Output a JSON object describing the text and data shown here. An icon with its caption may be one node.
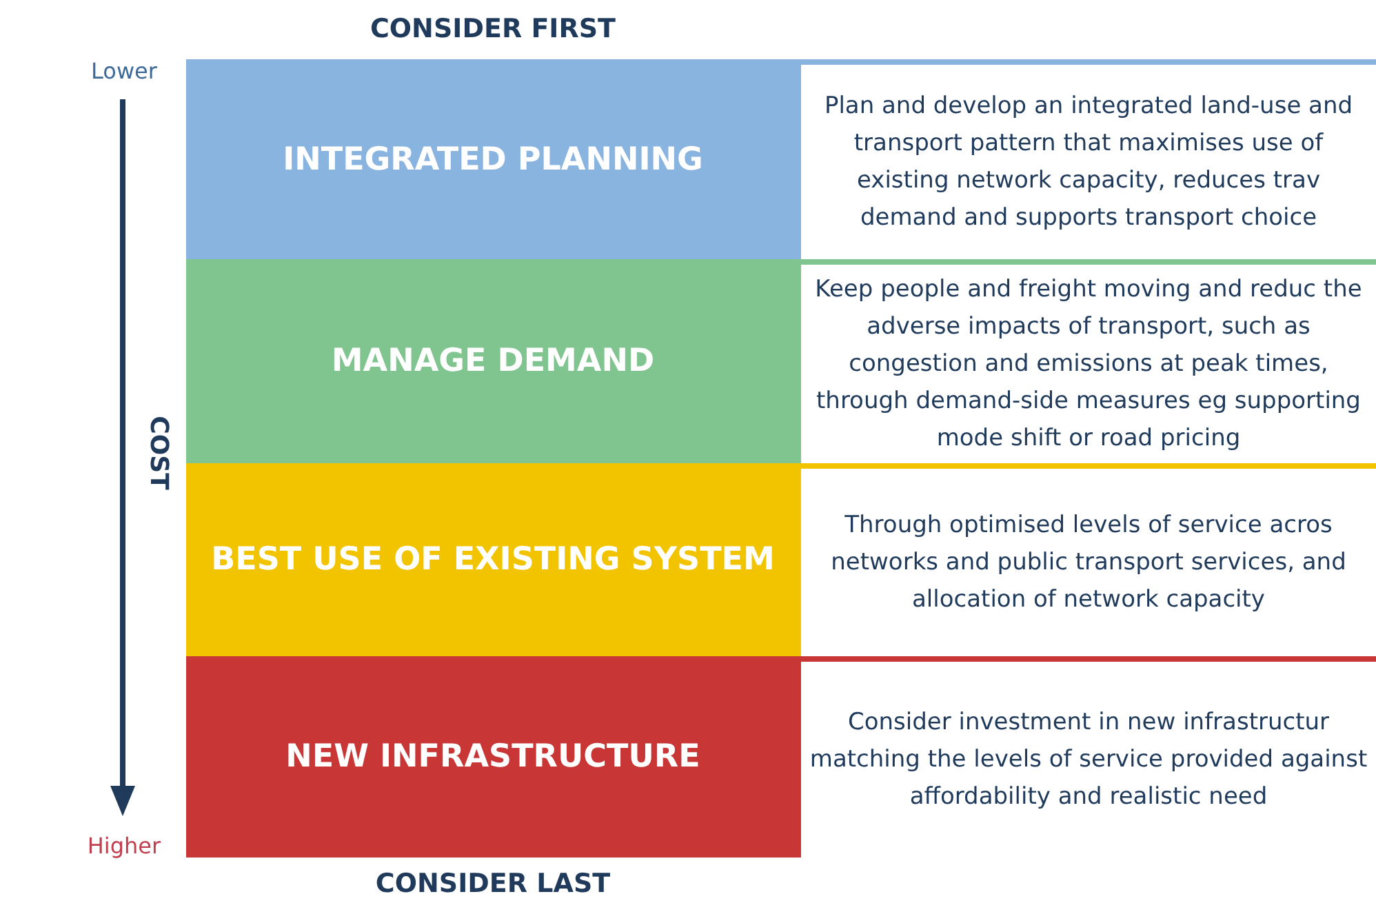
{
  "diagram": {
    "nodes": [
      {
        "text": [
          "INTEGRATED PLANNING"
        ]
      },
      {
        "text": [
          "Plan and develop an integrated land-use and transport pattern that maximises use of existing network capacity, reduces trav demand and supports transport choice"
        ]
      },
      {
        "text": [
          "MANAGE DEMAND"
        ]
      },
      {
        "text": [
          "Keep people and freight moving and reduc the adverse impacts of transport, such as congestion and emissions at peak times, through demand-side measures eg supporting mode shift or road pricing"
        ]
      },
      {
        "text": [
          "BEST USE OF EXISTING SYSTEM"
        ]
      },
      {
        "text": [
          "Through optimised levels of service acros networks and public transport services, and allocation of network capacity"
        ]
      },
      {
        "text": [
          "NEW INFRASTRUCTURE"
        ]
      },
      {
        "text": [
          "Consider investment in new infrastructur matching the levels of service provided against affordability and realistic need"
        ]
      }
    ],
    "labels": [
      "CONSIDER FIRST",
      "Lower",
      "COST",
      "Higher",
      "CONSIDER LAST"
    ]
  }
}
